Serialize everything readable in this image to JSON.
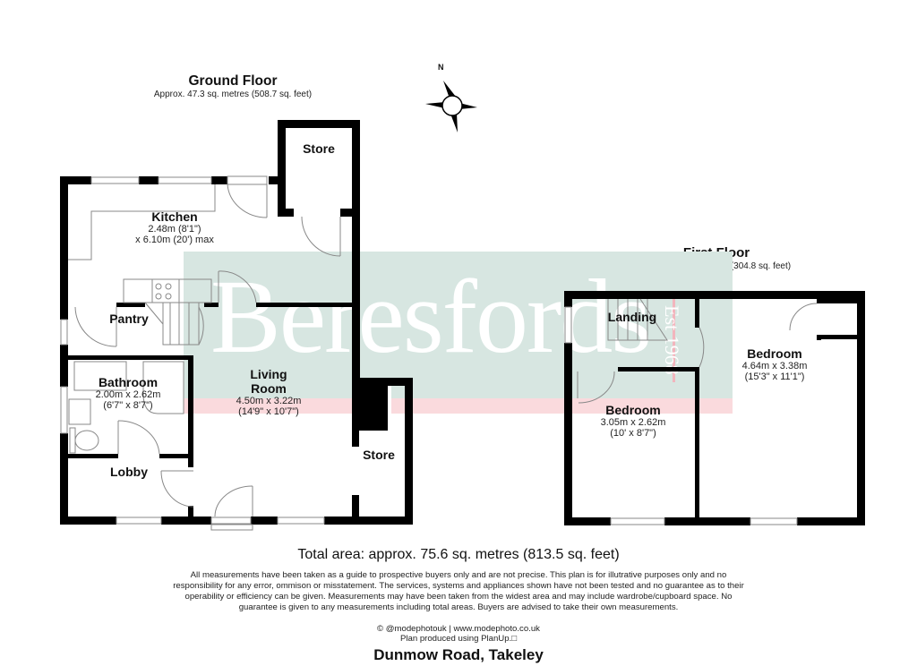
{
  "ground_floor": {
    "title": "Ground Floor",
    "area": "Approx. 47.3 sq. metres (508.7 sq. feet)",
    "rooms": [
      {
        "name": "Store",
        "dims": []
      },
      {
        "name": "Kitchen",
        "dims": [
          "2.48m (8'1\")",
          "x 6.10m (20') max"
        ]
      },
      {
        "name": "Pantry",
        "dims": []
      },
      {
        "name": "Bathroom",
        "dims": [
          "2.00m x 2.62m",
          "(6'7\" x 8'7\")"
        ]
      },
      {
        "name": "Living Room",
        "name_lines": [
          "Living",
          "Room"
        ],
        "dims": [
          "4.50m x 3.22m",
          "(14'9\" x 10'7\")"
        ]
      },
      {
        "name": "Lobby",
        "dims": []
      },
      {
        "name": "Store",
        "dims": []
      }
    ]
  },
  "first_floor": {
    "title": "First Floor",
    "area": "Approx. 28.3 sq. metres (304.8 sq. feet)",
    "rooms": [
      {
        "name": "Landing",
        "dims": []
      },
      {
        "name": "Bedroom",
        "dims": [
          "4.64m x 3.38m",
          "(15'3\" x 11'1\")"
        ]
      },
      {
        "name": "Bedroom",
        "dims": [
          "3.05m x 2.62m",
          "(10' x 8'7\")"
        ]
      }
    ]
  },
  "compass": {
    "label": "N",
    "icon": "compass-rose-icon"
  },
  "watermark": {
    "brand": "Beresfords",
    "est": "Est 1968",
    "colors": {
      "block": "#d7e6e1",
      "strip": "#fadadd"
    }
  },
  "total_area": "Total area: approx. 75.6 sq. metres (813.5 sq. feet)",
  "disclaimer": "All measurements have been taken as a guide to prospective buyers only and are not precise. This plan is for illutrative purposes only and no responsibility for any error, ommison or misstatement. The services, systems and appliances shown have not been tested and no guarantee as to their operability or efficiency can be given. Measurements may have been taken from the widest area and may include wardrobe/cupboard space. No guarantee is given to any measurements including total areas. Buyers are advised to take their own measurements.",
  "credits": {
    "line1": "© @modephotouk | www.modephoto.co.uk",
    "line2": "Plan produced using PlanUp.□"
  },
  "address": "Dunmow Road, Takeley"
}
